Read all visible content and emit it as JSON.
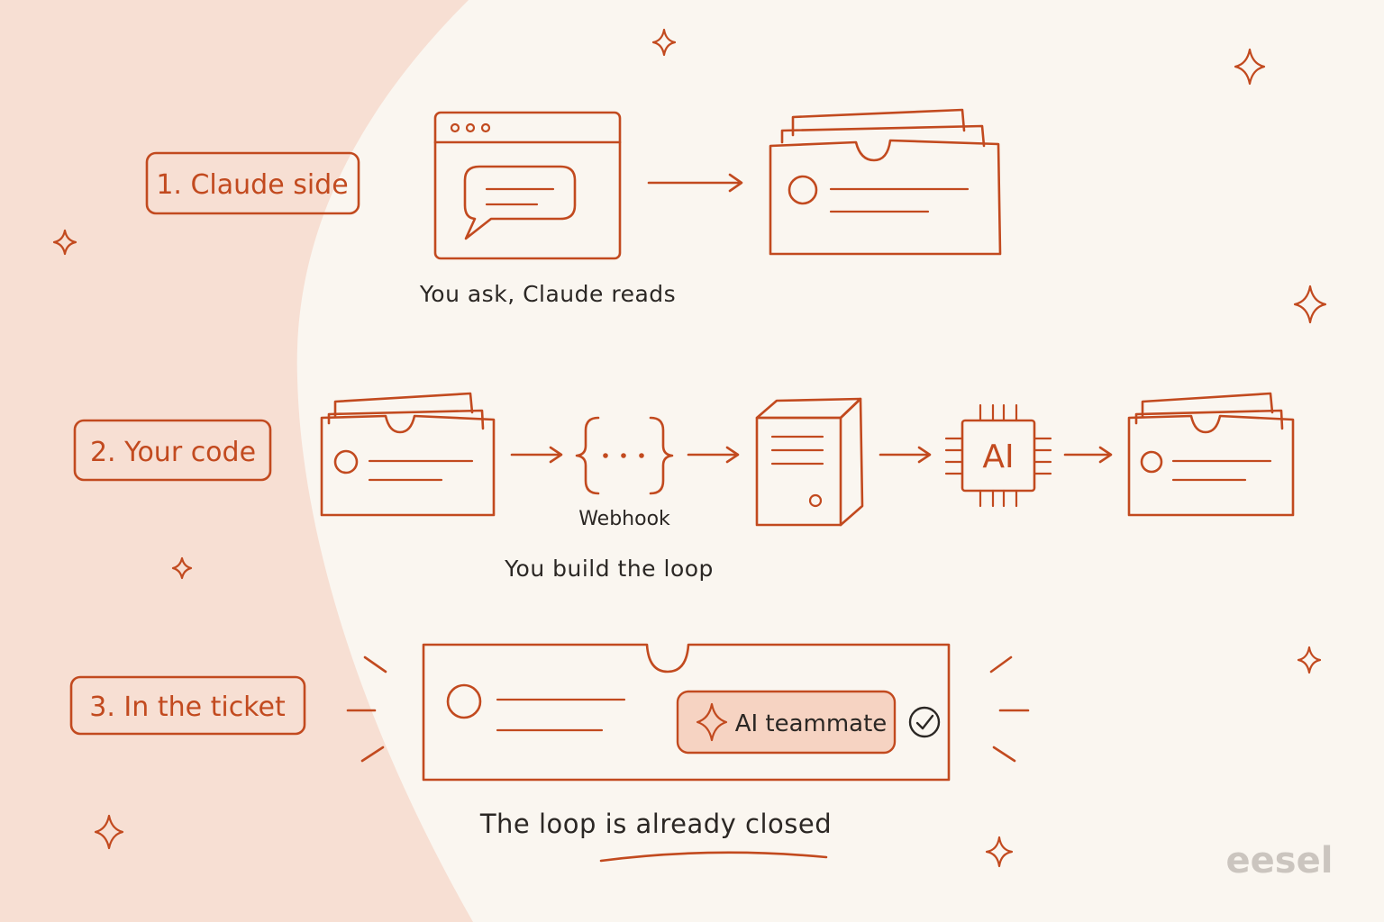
{
  "steps": [
    {
      "label": "1. Claude side",
      "caption": "You ask, Claude reads"
    },
    {
      "label": "2. Your code",
      "caption": "You build the loop",
      "webhook_label": "Webhook",
      "chip_label": "AI"
    },
    {
      "label": "3. In the ticket",
      "caption": "The loop is already closed",
      "badge_label": "AI teammate"
    }
  ],
  "brand": {
    "name": "eesel"
  },
  "colors": {
    "background": "#faf6f0",
    "accent": "#c24a1f",
    "arc": "#f7dfd3",
    "badge_fill": "#f6d3c2",
    "text_dark": "#2b2724",
    "brand_gray": "#cbc5bf"
  },
  "icons": [
    "browser-chat-icon",
    "ticket-stack-icon",
    "webhook-braces-icon",
    "server-icon",
    "ai-chip-icon",
    "sparkle-icon",
    "check-circle-icon"
  ]
}
